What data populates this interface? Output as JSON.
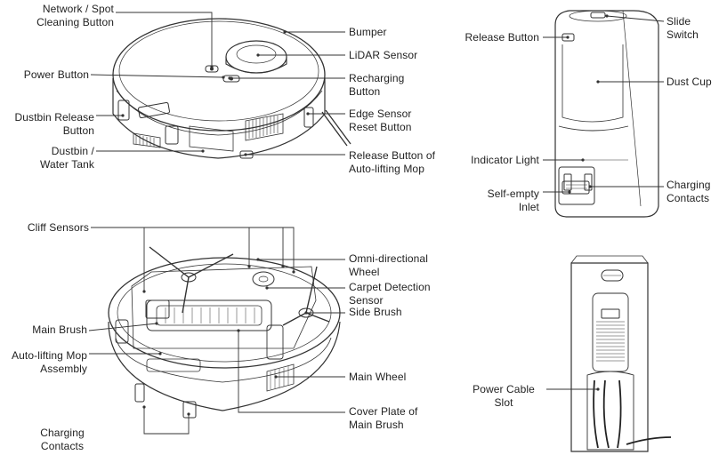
{
  "colors": {
    "line": "#333333",
    "text": "#222222",
    "background": "#ffffff"
  },
  "labels": {
    "network_spot": "Network / Spot\nCleaning Button",
    "power": "Power Button",
    "dustbin_release": "Dustbin Release\nButton",
    "dustbin_tank": "Dustbin /\nWater Tank",
    "bumper": "Bumper",
    "lidar": "LiDAR Sensor",
    "recharging": "Recharging\nButton",
    "edge_sensor": "Edge Sensor\nReset Button",
    "release_mop": "Release Button of\nAuto-lifting Mop",
    "station_release": "Release Button",
    "slide_switch": "Slide\nSwitch",
    "dust_cup": "Dust Cup",
    "indicator": "Indicator Light",
    "self_empty": "Self-empty\nInlet",
    "station_charging": "Charging\nContacts",
    "cliff": "Cliff Sensors",
    "main_brush": "Main Brush",
    "mop_assembly": "Auto-lifting Mop\nAssembly",
    "bottom_charging": "Charging\nContacts",
    "omni_wheel": "Omni-directional\nWheel",
    "carpet": "Carpet Detection\nSensor",
    "side_brush": "Side Brush",
    "main_wheel": "Main Wheel",
    "cover_plate": "Cover Plate of\nMain Brush",
    "power_cable": "Power Cable\nSlot"
  }
}
